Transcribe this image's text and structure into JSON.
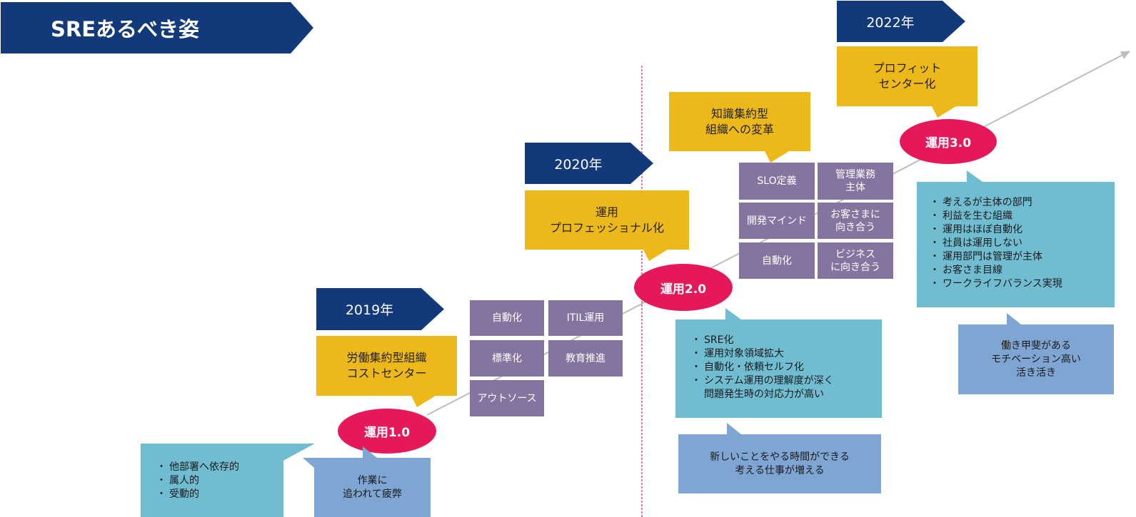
{
  "title": "SREあるべき姿",
  "years": {
    "y2019": "2019年",
    "y2020": "2020年",
    "y2022": "2022年"
  },
  "stages": {
    "s1": {
      "label": "運用1.0",
      "org_type": "労働集約型組織\nコストセンター",
      "tiles": [
        "自動化",
        "ITIL運用",
        "標準化",
        "教育推進",
        "アウトソース"
      ],
      "traits": [
        "他部署へ依存的",
        "属人的",
        "受動的"
      ],
      "result": "作業に\n追われて疲弊"
    },
    "s2": {
      "label": "運用2.0",
      "org_type": "運用\nプロフェッショナル化",
      "traits": [
        "SRE化",
        "運用対象領域拡大",
        "自動化・依頼セルフ化",
        "システム運用の理解度が深く\n問題発生時の対応力が高い"
      ],
      "result": "新しいことをやる時間ができる\n考える仕事が増える"
    },
    "s25": {
      "org_type": "知識集約型\n組織への変革",
      "tiles": [
        "SLO定義",
        "管理業務\n主体",
        "開発マインド",
        "お客さまに\n向き合う",
        "自動化",
        "ビジネス\nに向き合う"
      ]
    },
    "s3": {
      "label": "運用3.0",
      "org_type": "プロフィット\nセンター化",
      "traits": [
        "考えるが主体の部門",
        "利益を生む組織",
        "運用はほぼ自動化",
        "社員は運用しない",
        "運用部門は管理が主体",
        "お客さま目線",
        "ワークライフバランス実現"
      ],
      "result": "働き甲斐がある\nモチベーション高い\n活き活き"
    }
  },
  "colors": {
    "navy": "#123a7a",
    "yellow": "#edb91a",
    "purple": "#84749f",
    "crimson": "#e5195a",
    "teal": "#70bdd2",
    "blue": "#7fa6d2",
    "trend_line": "#bdbdbd",
    "divider": "#d0002a"
  }
}
